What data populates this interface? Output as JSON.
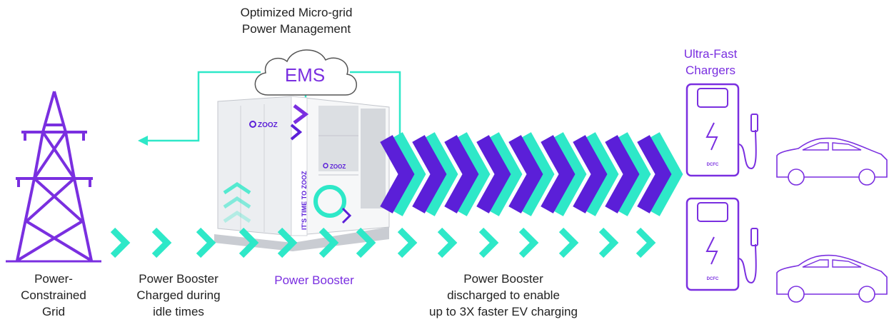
{
  "labels": {
    "micro_grid": [
      "Optimized Micro-grid",
      "Power Management"
    ],
    "ems": "EMS",
    "chargers": [
      "Ultra-Fast",
      "Chargers"
    ],
    "grid": [
      "Power-",
      "Constrained",
      "Grid"
    ],
    "charged": [
      "Power Booster",
      "Charged during",
      "idle times"
    ],
    "booster": "Power Booster",
    "discharged": [
      "Power Booster",
      "discharged to enable",
      "up to 3X faster EV charging"
    ]
  },
  "device": {
    "brand": "ZOOZ",
    "slogan": "IT'S TIME TO ZOOZ"
  },
  "charger": {
    "label": "DCFC"
  },
  "colors": {
    "accent_teal": "#2ee8c8",
    "accent_purple": "#7a2fe0",
    "dark_purple": "#5b1fd8",
    "text": "#222222"
  }
}
